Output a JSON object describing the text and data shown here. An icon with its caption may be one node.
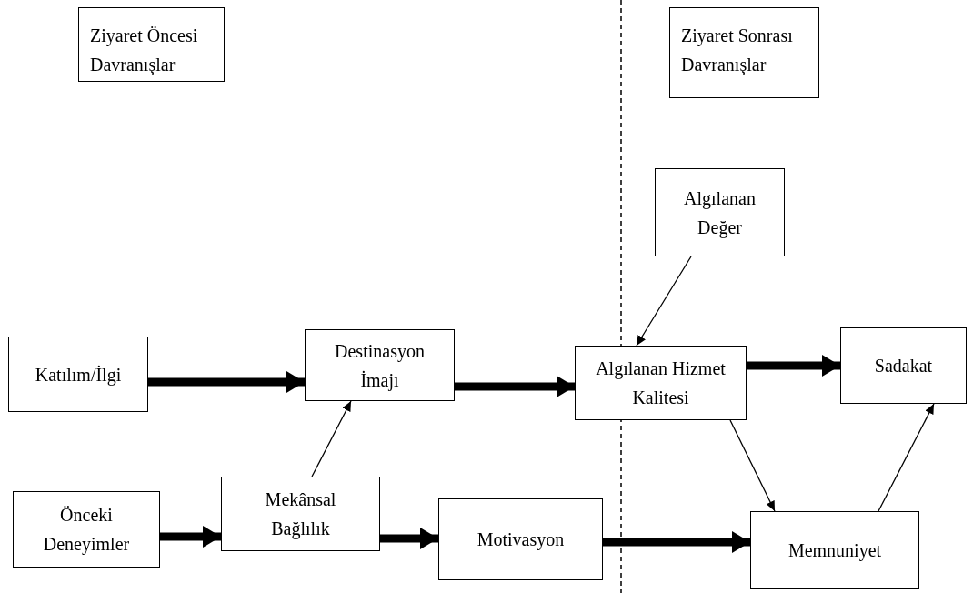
{
  "diagram": {
    "nodes": [
      {
        "text": [
          "Ziyaret Öncesi Davranışlar"
        ]
      },
      {
        "text": [
          "Ziyaret Sonrası Davranışlar"
        ]
      },
      {
        "text": [
          "Algılanan Değer"
        ]
      },
      {
        "text": [
          "Katılım/İlgi"
        ]
      },
      {
        "text": [
          "Destinasyon İmajı"
        ]
      },
      {
        "text": [
          "Algılanan Hizmet Kalitesi"
        ]
      },
      {
        "text": [
          "Sadakat"
        ]
      },
      {
        "text": [
          "Önceki Deneyimler"
        ]
      },
      {
        "text": [
          "Mekânsal Bağlılık"
        ]
      },
      {
        "text": [
          "Motivasyon"
        ]
      },
      {
        "text": [
          "Memnuniyet"
        ]
      }
    ],
    "edges": [
      {
        "from": 3,
        "to": 4,
        "arrow": "to"
      },
      {
        "from": 4,
        "to": 5,
        "arrow": "to"
      },
      {
        "from": 5,
        "to": 6,
        "arrow": "to"
      },
      {
        "from": 7,
        "to": 8,
        "arrow": "to"
      },
      {
        "from": 8,
        "to": 9,
        "arrow": "to"
      },
      {
        "from": 9,
        "to": 10,
        "arrow": "to"
      },
      {
        "from": 2,
        "to": 5,
        "arrow": "to"
      },
      {
        "from": 5,
        "to": 10,
        "arrow": "to"
      },
      {
        "from": 10,
        "to": 6,
        "arrow": "to"
      },
      {
        "from": 8,
        "to": 4,
        "arrow": "to"
      }
    ]
  }
}
